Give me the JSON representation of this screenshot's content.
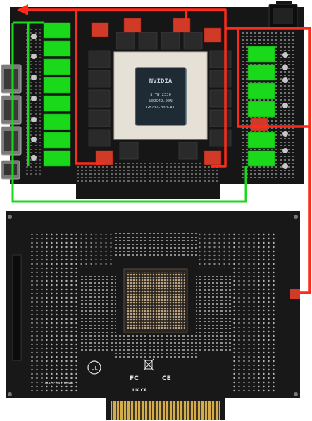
{
  "scene": {
    "background": "#ffffff",
    "pcb_color": "#151515",
    "gpu_chip": {
      "brand": "NVIDIA",
      "line1": "S TW 2330",
      "line2": "U09G42.00N",
      "line3": "GB202-300-A1"
    },
    "board_markings": {
      "made_in": "MADE IN CHINA",
      "ce": "CE",
      "fc": "FC",
      "ukca": "UK CA"
    },
    "overlay_colors": {
      "power_path": "#ff2a1a",
      "phase_highlight": "#1ad81a",
      "mosfet_highlight": "#d23a28"
    }
  }
}
